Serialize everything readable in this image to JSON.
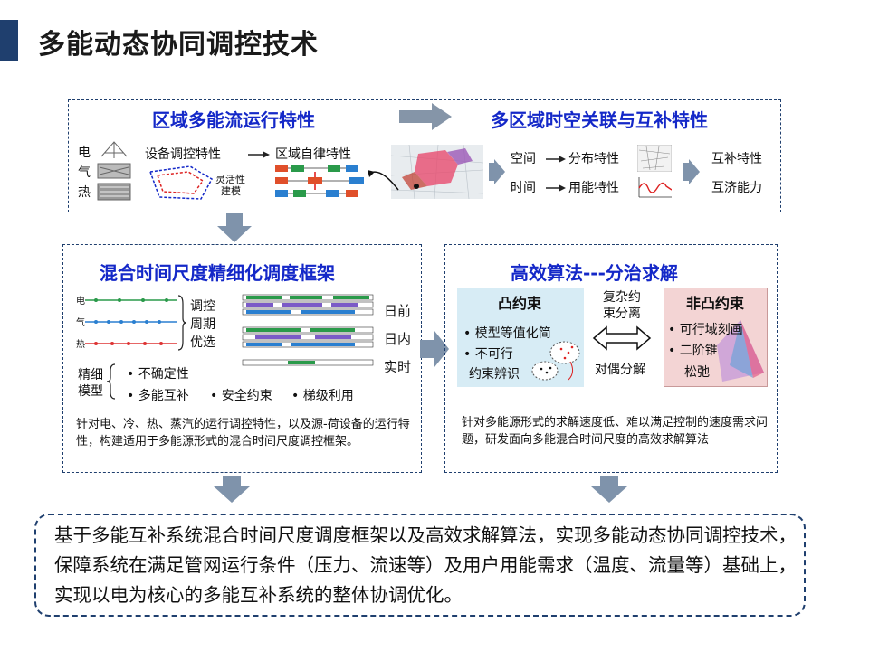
{
  "title": "多能动态协同调控技术",
  "top": {
    "left_title": "区域多能流运行特性",
    "right_title": "多区域时空关联与互补特性",
    "energy": [
      "电",
      "气",
      "热"
    ],
    "device": "设备调控特性",
    "flex": [
      "灵活性",
      "建模"
    ],
    "regional": "区域自律特性",
    "space": "空间",
    "time": "时间",
    "dist": "分布特性",
    "usage": "用能特性",
    "comp": "互补特性",
    "aid": "互济能力"
  },
  "mid_left": {
    "title": "混合时间尺度精细化调度框架",
    "rows": [
      "电",
      "气",
      "热"
    ],
    "period": [
      "调控",
      "周期",
      "优选"
    ],
    "scales": [
      "日前",
      "日内",
      "实时"
    ],
    "model": [
      "精细",
      "模型"
    ],
    "b1": "不确定性",
    "b2": "多能互补",
    "b3": "安全约束",
    "b4": "梯级利用",
    "desc": "针对电、冷、热、蒸汽的运行调控特性，以及源-荷设备的运行特性，构建适用于多能源形式的混合时间尺度调控框架。"
  },
  "mid_right": {
    "title": "高效算法---分治求解",
    "convex": "凸约束",
    "c1": "模型等值化简",
    "c2a": "不可行",
    "c2b": "约束辨识",
    "complex": [
      "复杂约",
      "束分离"
    ],
    "dual": "对偶分解",
    "nonconvex": "非凸约束",
    "n1": "可行域刻画",
    "n2a": "二阶锥",
    "n2b": "松弛",
    "desc": "针对多能源形式的求解速度低、难以满足控制的速度需求问题，研发面向多能混合时间尺度的高效求解算法"
  },
  "summary": "基于多能互补系统混合时间尺度调度框架以及高效求解算法，实现多能动态协同调控技术，保障系统在满足管网运行条件（压力、流速等）及用户用能需求（温度、流量等）基础上，实现以电为核心的多能互补系统的整体协调优化。",
  "colors": {
    "accent": "#1f3f6e",
    "title_blue": "#1428c8",
    "arrow": "#7f93ab"
  }
}
